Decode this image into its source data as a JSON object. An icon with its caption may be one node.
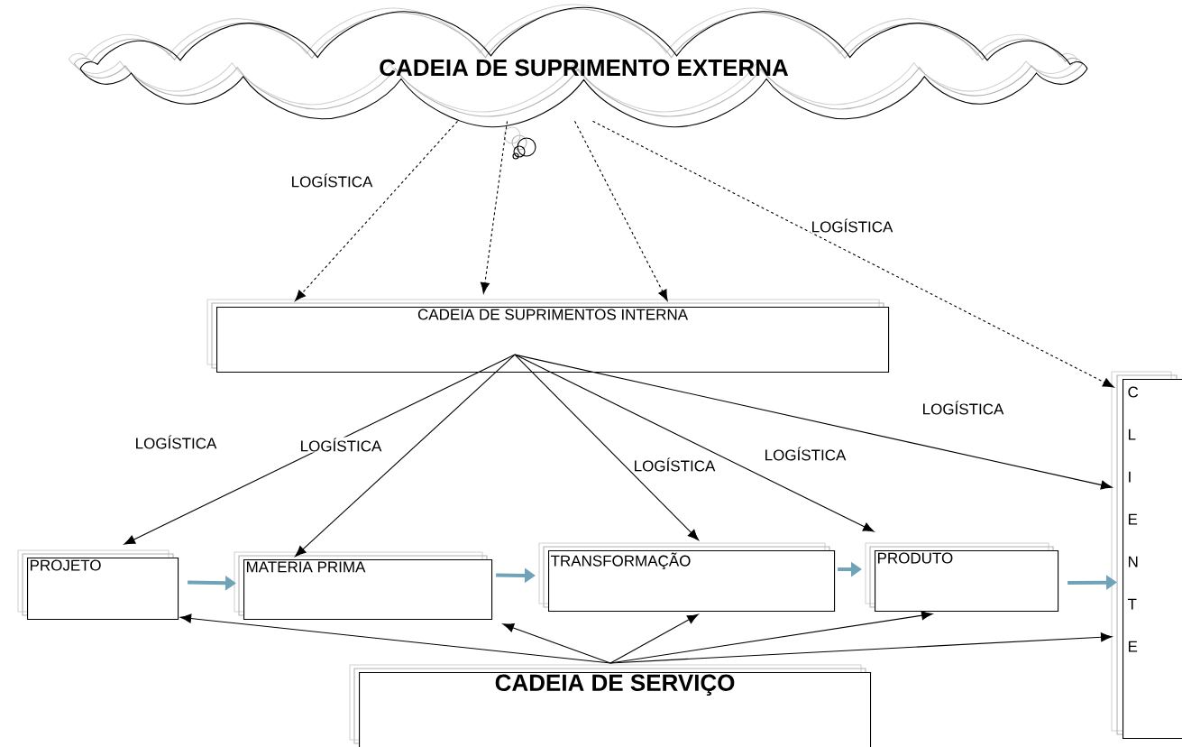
{
  "diagram": {
    "nodes": [
      {
        "text": [
          "CADEIA DE SUPRIMENTO EXTERNA"
        ]
      },
      {
        "text": [
          "CADEIA DE SUPRIMENTOS INTERNA"
        ]
      },
      {
        "text": [
          "PROJETO"
        ]
      },
      {
        "text": [
          "MATERIA PRIMA"
        ]
      },
      {
        "text": [
          "TRANSFORMAÇÃO"
        ]
      },
      {
        "text": [
          "PRODUTO"
        ]
      },
      {
        "text": [
          "C L I E N T E"
        ]
      },
      {
        "text": [
          "CADEIA DE SERVIÇO"
        ]
      }
    ],
    "edges": [
      {
        "from": 0,
        "to": 1,
        "arrow": "to",
        "style": "dashed",
        "label": "LOGÍSTICA"
      },
      {
        "from": 0,
        "to": 1,
        "arrow": "to",
        "style": "dashed"
      },
      {
        "from": 0,
        "to": 1,
        "arrow": "to",
        "style": "dashed"
      },
      {
        "from": 0,
        "to": 6,
        "arrow": "to",
        "style": "dashed",
        "label": "LOGÍSTICA"
      },
      {
        "from": 1,
        "to": 2,
        "arrow": "to",
        "label": "LOGÍSTICA"
      },
      {
        "from": 1,
        "to": 3,
        "arrow": "to",
        "label": "LOGÍSTICA"
      },
      {
        "from": 1,
        "to": 4,
        "arrow": "to",
        "label": "LOGÍSTICA"
      },
      {
        "from": 1,
        "to": 5,
        "arrow": "to",
        "label": "LOGÍSTICA"
      },
      {
        "from": 1,
        "to": 6,
        "arrow": "to",
        "label": "LOGÍSTICA"
      },
      {
        "from": 2,
        "to": 3,
        "arrow": "to",
        "style": "thick",
        "color": "#71a3b8"
      },
      {
        "from": 3,
        "to": 4,
        "arrow": "to",
        "style": "thick",
        "color": "#71a3b8"
      },
      {
        "from": 4,
        "to": 5,
        "arrow": "to",
        "style": "thick",
        "color": "#71a3b8"
      },
      {
        "from": 5,
        "to": 6,
        "arrow": "to",
        "style": "thick",
        "color": "#71a3b8"
      },
      {
        "from": 7,
        "to": 2,
        "arrow": "to"
      },
      {
        "from": 7,
        "to": 3,
        "arrow": "to"
      },
      {
        "from": 7,
        "to": 4,
        "arrow": "to"
      },
      {
        "from": 7,
        "to": 5,
        "arrow": "to"
      },
      {
        "from": 7,
        "to": 6,
        "arrow": "to"
      }
    ]
  }
}
